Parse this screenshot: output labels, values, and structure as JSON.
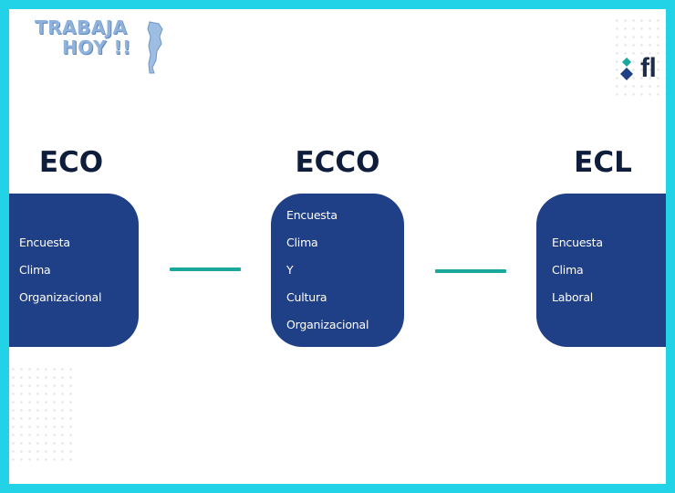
{
  "header": {
    "logo_line1": "TRABAJA",
    "logo_line2": "HOY !!",
    "brand_text": "fl"
  },
  "diagram": {
    "nodes": [
      {
        "title": "ECO",
        "lines": [
          "Encuesta",
          "Clima",
          "Organizacional"
        ]
      },
      {
        "title": "ECCO",
        "lines": [
          "Encuesta",
          "Clima",
          "Y",
          "Cultura",
          "Organizacional"
        ]
      },
      {
        "title": "ECL",
        "lines": [
          "Encuesta",
          "Clima",
          "Laboral"
        ]
      }
    ]
  },
  "colors": {
    "frame_border": "#22d3e8",
    "box_fill": "#1f3f86",
    "connector": "#1aa89c",
    "title_text": "#0f1d3c"
  }
}
